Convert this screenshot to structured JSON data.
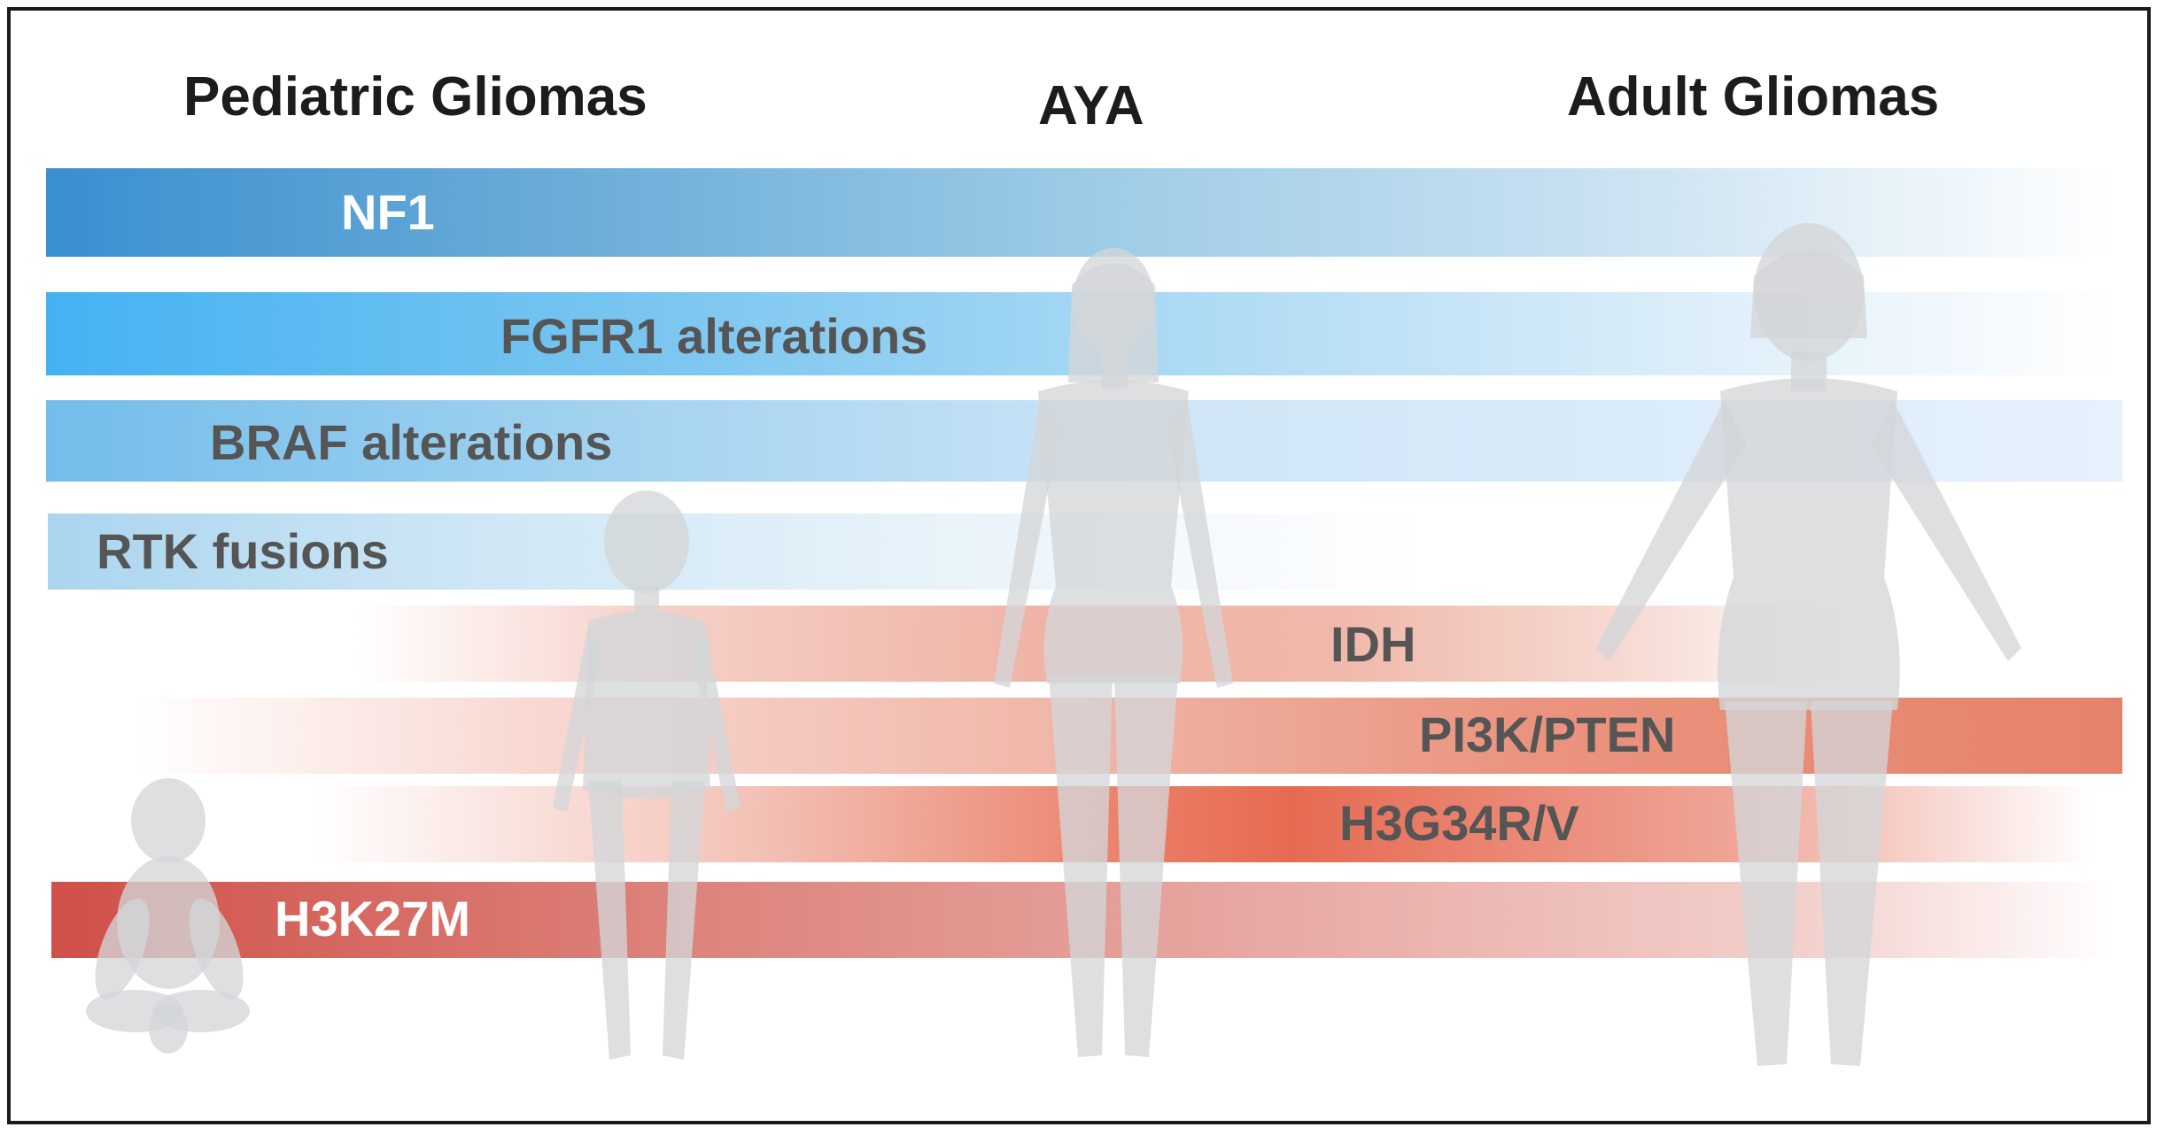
{
  "headings": {
    "pediatric": "Pediatric Gliomas",
    "aya": "AYA",
    "adult": "Adult Gliomas"
  },
  "bands": [
    {
      "id": "nf1",
      "label": "NF1",
      "label_color": "#ffffff"
    },
    {
      "id": "fgfr1",
      "label": "FGFR1 alterations",
      "label_color": "#555555"
    },
    {
      "id": "braf",
      "label": "BRAF alterations",
      "label_color": "#555555"
    },
    {
      "id": "rtk",
      "label": "RTK fusions",
      "label_color": "#555555"
    },
    {
      "id": "idh",
      "label": "IDH",
      "label_color": "#555555"
    },
    {
      "id": "pi3k",
      "label": "PI3K/PTEN",
      "label_color": "#555555"
    },
    {
      "id": "h3g34",
      "label": "H3G34R/V",
      "label_color": "#555555"
    },
    {
      "id": "h3k27m",
      "label": "H3K27M",
      "label_color": "#ffffff"
    }
  ],
  "figures": [
    "infant",
    "child",
    "young-woman",
    "adult-woman"
  ],
  "colors": {
    "blue_dark": "#3a8fd0",
    "blue_bright": "#44b2f2",
    "red_dark": "#cf5048",
    "red_mid": "#e5654f",
    "silhouette": "#d4d6d8"
  }
}
